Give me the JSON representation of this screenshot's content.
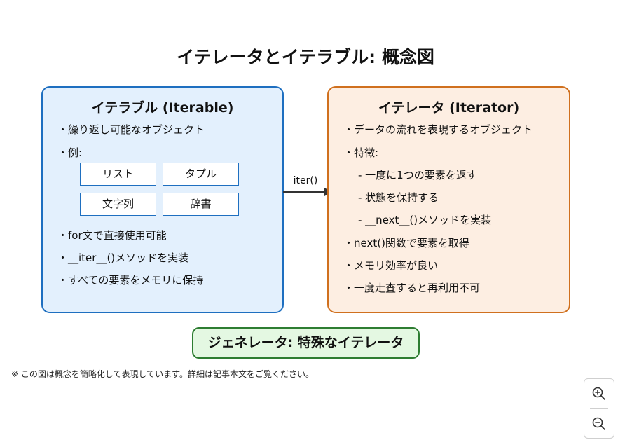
{
  "title": "イテレータとイテラブル: 概念図",
  "iterable": {
    "title": "イテラブル (Iterable)",
    "items": [
      "・繰り返し可能なオブジェクト",
      "・例:",
      "・for文で直接使用可能",
      "・__iter__()メソッドを実装",
      "・すべての要素をメモリに保持"
    ],
    "examples": [
      "リスト",
      "タプル",
      "文字列",
      "辞書"
    ]
  },
  "iterator": {
    "title": "イテレータ (Iterator)",
    "items": [
      "・データの流れを表現するオブジェクト",
      "・特徴:",
      "- 一度に1つの要素を返す",
      "- 状態を保持する",
      "- __next__()メソッドを実装",
      "・next()関数で要素を取得",
      "・メモリ効率が良い",
      "・一度走査すると再利用不可"
    ]
  },
  "arrow": {
    "label": "iter()"
  },
  "generator": {
    "label": "ジェネレータ: 特殊なイテレータ"
  },
  "footnote": "※ この図は概念を簡略化して表現しています。詳細は記事本文をご覧ください。",
  "colors": {
    "iterable_fill": "#e3f0fd",
    "iterable_border": "#1e6fc0",
    "iterator_fill": "#fdeee2",
    "iterator_border": "#d0701e",
    "generator_fill": "#e4f8e2",
    "generator_border": "#2e7d32",
    "arrow": "#333333"
  },
  "controls": {
    "zoom_in_icon": "zoom-in-icon",
    "zoom_out_icon": "zoom-out-icon"
  }
}
